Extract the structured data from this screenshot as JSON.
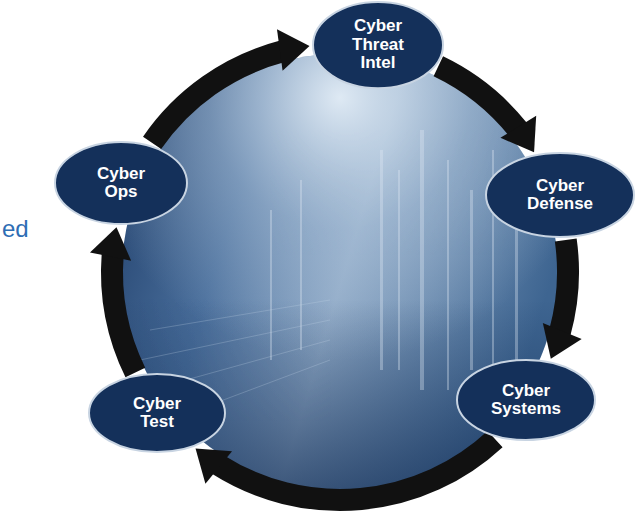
{
  "diagram": {
    "nodes": [
      {
        "text": [
          "Cyber Threat Intel"
        ]
      },
      {
        "text": [
          "Cyber Defense"
        ]
      },
      {
        "text": [
          "Cyber Systems"
        ]
      },
      {
        "text": [
          "Cyber Test"
        ]
      },
      {
        "text": [
          "Cyber Ops"
        ]
      }
    ],
    "edges": [
      {
        "from": 0,
        "to": 1,
        "arrow": "to"
      },
      {
        "from": 1,
        "to": 2,
        "arrow": "to"
      },
      {
        "from": 2,
        "to": 3,
        "arrow": "to"
      },
      {
        "from": 3,
        "to": 4,
        "arrow": "to"
      },
      {
        "from": 4,
        "to": 0,
        "arrow": "to"
      }
    ],
    "labels": [
      "ed"
    ]
  }
}
